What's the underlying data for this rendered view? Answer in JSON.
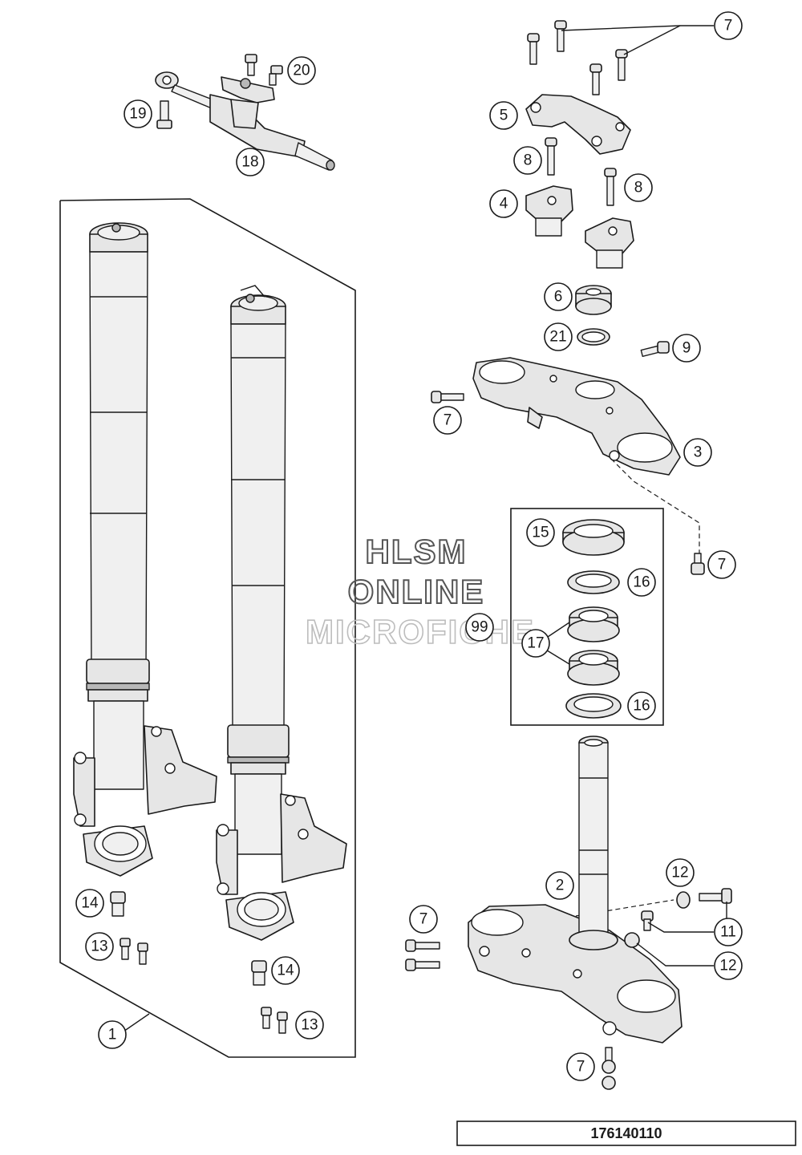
{
  "watermark": {
    "line1": "HLSM",
    "line2": "ONLINE",
    "line3": "MICROFICHE"
  },
  "document_number": "176140110",
  "callouts": {
    "c1": "1",
    "c2": "2",
    "c3": "3",
    "c4": "4",
    "c5": "5",
    "c6": "6",
    "c7a": "7",
    "c7b": "7",
    "c7c": "7",
    "c7d": "7",
    "c7e": "7",
    "c8a": "8",
    "c8b": "8",
    "c9": "9",
    "c11": "11",
    "c12a": "12",
    "c12b": "12",
    "c13a": "13",
    "c13b": "13",
    "c14a": "14",
    "c14b": "14",
    "c15": "15",
    "c16a": "16",
    "c16b": "16",
    "c17": "17",
    "c18": "18",
    "c19": "19",
    "c20": "20",
    "c21": "21",
    "c99": "99"
  },
  "colors": {
    "line": "#1a1a1a",
    "part_fill": "#e6e6e6",
    "background": "#ffffff"
  }
}
